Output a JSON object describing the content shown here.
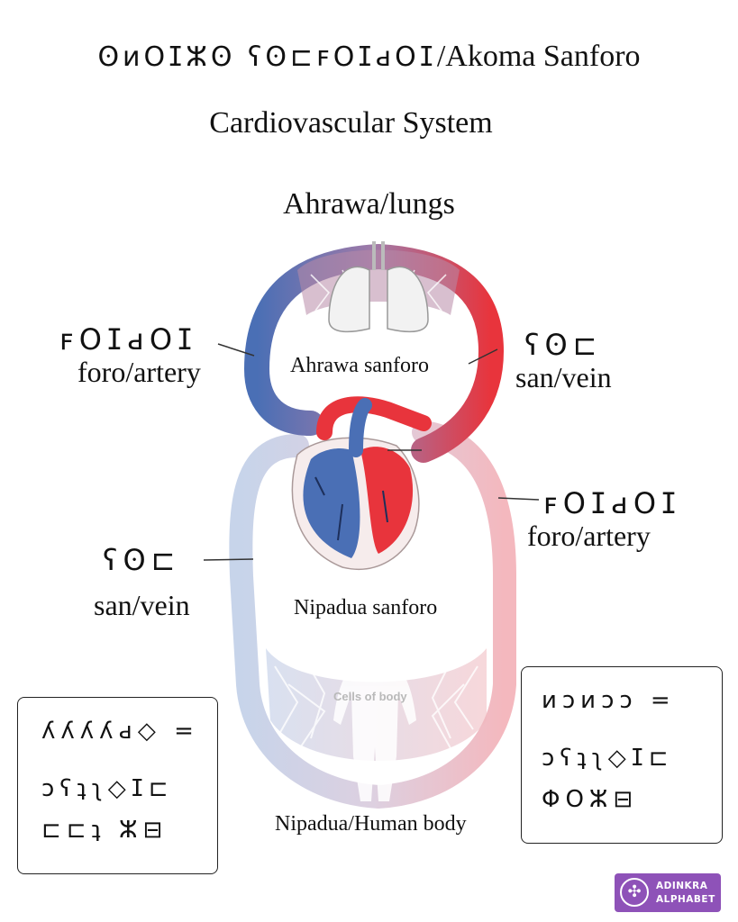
{
  "header": {
    "title_glyphs": "ʘᴎOⵊⵣʘ ʕʘ⊏ꜰOⵊԁOⵊ",
    "title_text": "/Akoma Sanforo",
    "subtitle": "Cardiovascular System"
  },
  "diagram": {
    "lungs_title": "Ahrawa/lungs",
    "pulmonary_circuit": "Ahrawa sanforo",
    "systemic_circuit": "Nipadua sanforo",
    "cells_label": "Cells of body",
    "body_label": "Nipadua/Human body",
    "artery_left": {
      "glyphs": "ꜰOⵊԁOⵊ",
      "text": "foro/artery"
    },
    "vein_right": {
      "glyphs": "ʕʘ⊏",
      "text": "san/vein"
    },
    "artery_right": {
      "glyphs": "ꜰOⵊԁOⵊ",
      "text": "foro/artery"
    },
    "vein_left": {
      "glyphs": "ʕʘ⊏",
      "text": "san/vein"
    },
    "colors": {
      "oxygenated": "#e8343c",
      "deoxygenated": "#4a6fb5",
      "light_red": "#f4b8be",
      "light_blue": "#c7d4ea"
    }
  },
  "key_left": {
    "row1": "ʎʎʎʎԁ◇ =",
    "row2": "ɔʕʇ⁠ʅ◇ⵊ⊏",
    "row3": "⊏⊏ʇ ⵣ⊟"
  },
  "key_right": {
    "row1": "ᴎɔᴎɔɔ =",
    "row2": "ɔʕʇʅ◇ⵊ⊏",
    "row3": "ΦOⵣ⊟"
  },
  "logo": {
    "line1": "ADINKRA",
    "line2": "ALPHABET",
    "mark_icon": "adinkra-logo-icon"
  }
}
